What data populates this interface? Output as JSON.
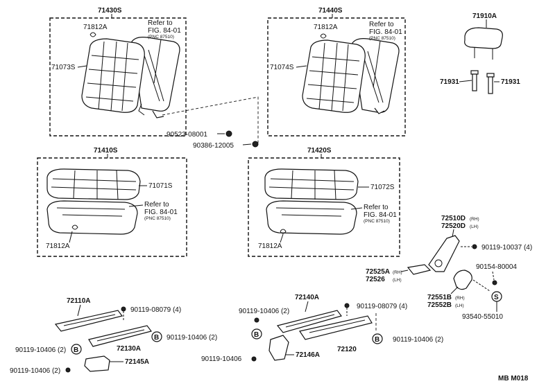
{
  "diagram": {
    "footer": "MB  M018",
    "groups": {
      "back_rh": {
        "id": "71430S",
        "clip": "71812A",
        "cover": "71073S",
        "refer": [
          "Refer to",
          "FIG. 84-01",
          "(PNC 87510)"
        ]
      },
      "back_lh": {
        "id": "71440S",
        "clip": "71812A",
        "cover": "71074S",
        "refer": [
          "Refer to",
          "FIG. 84-01",
          "(PNC 87510)"
        ]
      },
      "headrest": {
        "id": "71910A",
        "left_support": "71931",
        "right_support": "71931"
      },
      "cushion_rh": {
        "id": "71410S",
        "cover": "71071S",
        "clip": "71812A",
        "refer": [
          "Refer to",
          "FIG. 84-01",
          "(PNC 87510)"
        ]
      },
      "cushion_lh": {
        "id": "71420S",
        "cover": "71072S",
        "clip": "71812A",
        "refer": [
          "Refer to",
          "FIG. 84-01",
          "(PNC 87510)"
        ]
      },
      "recliner": {
        "main_rh": "72510D",
        "main_lh": "72520D",
        "rh": "(RH)",
        "lh": "(LH)",
        "screw": "90119-10037 (4)",
        "cover_rh": "72525A",
        "cover_lh": "72526",
        "knob_rh": "72551B",
        "knob_lh": "72552B",
        "washer": "90154-80004",
        "s_marker": "S",
        "part_s": "93540-55010"
      },
      "adjuster_left": {
        "rail_a": "72110A",
        "bolt_top": "90119-08079 (4)",
        "rail_b": "72130A",
        "bolt_right": "90119-10406 (2)",
        "bolt_left": "90119-10406 (2)",
        "bracket": "72145A",
        "bolt_bottom": "90119-10406 (2)",
        "b_marker": "B"
      },
      "adjuster_right": {
        "rail_a": "72140A",
        "bolt_top_left": "90119-10406 (2)",
        "bolt_top_right": "90119-08079 (4)",
        "rail_b": "72120",
        "bolt_right": "90119-10406 (2)",
        "bracket": "72146A",
        "bolt_bottom": "90119-10406",
        "b_marker": "B"
      },
      "center": {
        "nut": "90523-08001",
        "bolt": "90386-12005"
      }
    }
  }
}
